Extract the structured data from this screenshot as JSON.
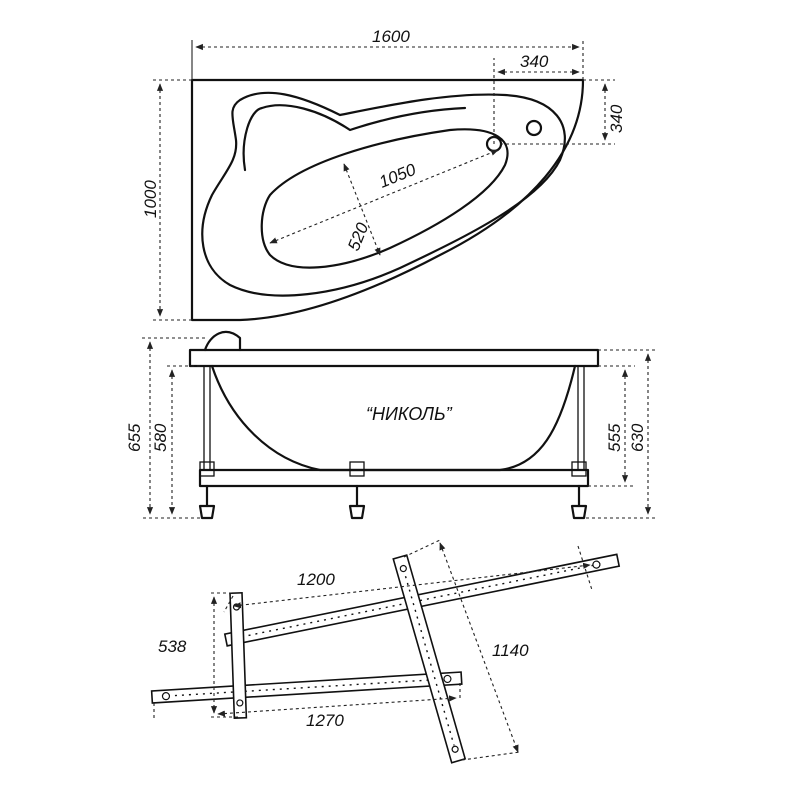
{
  "model_name": "“НИКОЛЬ”",
  "top_view": {
    "width_label": "1600",
    "depth_label": "1000",
    "drain_offset_x_label": "340",
    "drain_offset_y_label": "340",
    "inner_length_label": "1050",
    "inner_width_label": "520"
  },
  "side_view": {
    "total_height_left_label": "655",
    "frame_height_left_label": "580",
    "frame_height_right_label": "555",
    "total_height_right_label": "630"
  },
  "frame_view": {
    "long_bar_top_label": "1200",
    "long_bar_bottom_label": "1270",
    "diagonal_bar_label": "1140",
    "short_span_label": "538"
  }
}
